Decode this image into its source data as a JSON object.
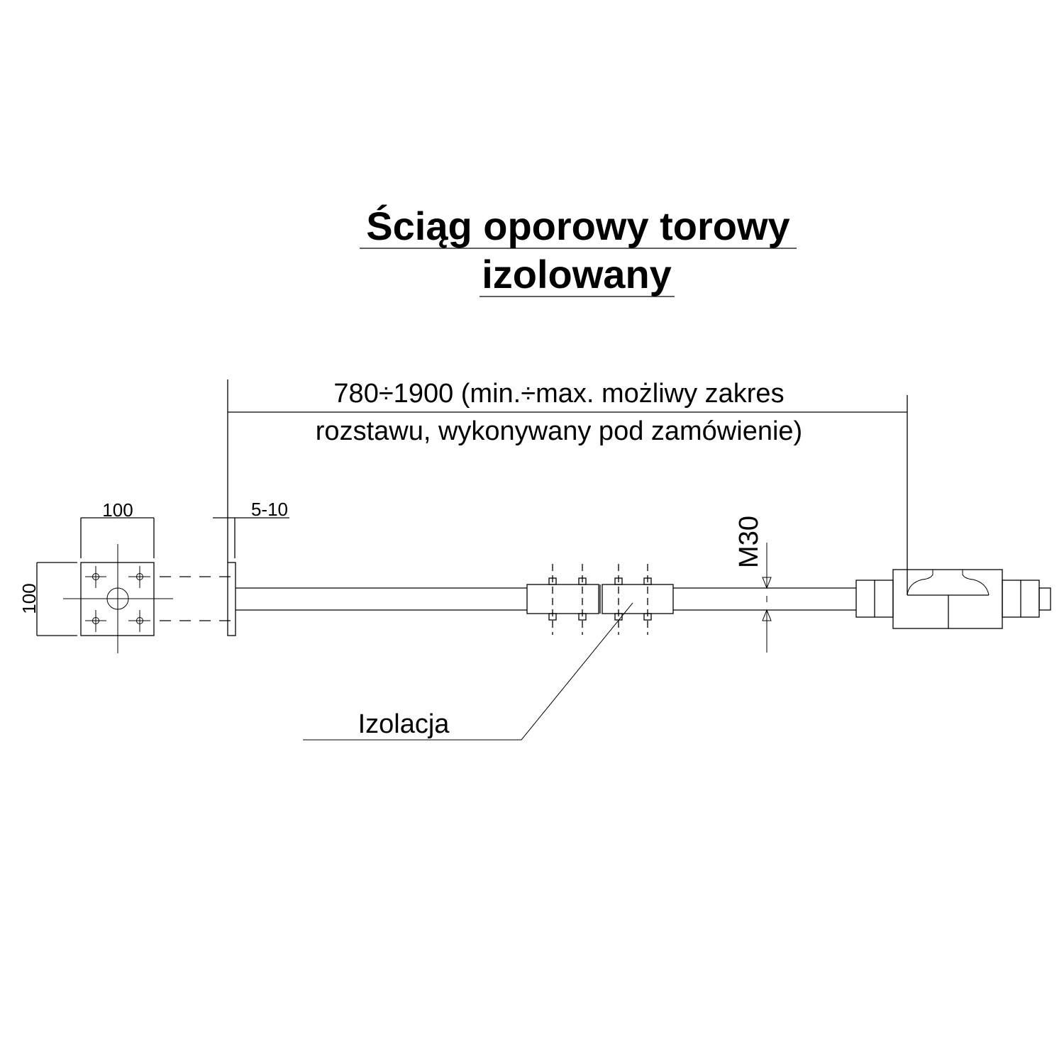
{
  "title": {
    "line1": "Ściąg oporowy torowy",
    "line2": "izolowany"
  },
  "dimensions": {
    "span_line1": "780÷1900 (min.÷max. możliwy zakres",
    "span_line2": "rozstawu, wykonywany pod zamówienie)",
    "plate_width": "100",
    "plate_height": "100",
    "flange_gap": "5-10",
    "thread": "M30"
  },
  "labels": {
    "insulation": "Izolacja"
  }
}
